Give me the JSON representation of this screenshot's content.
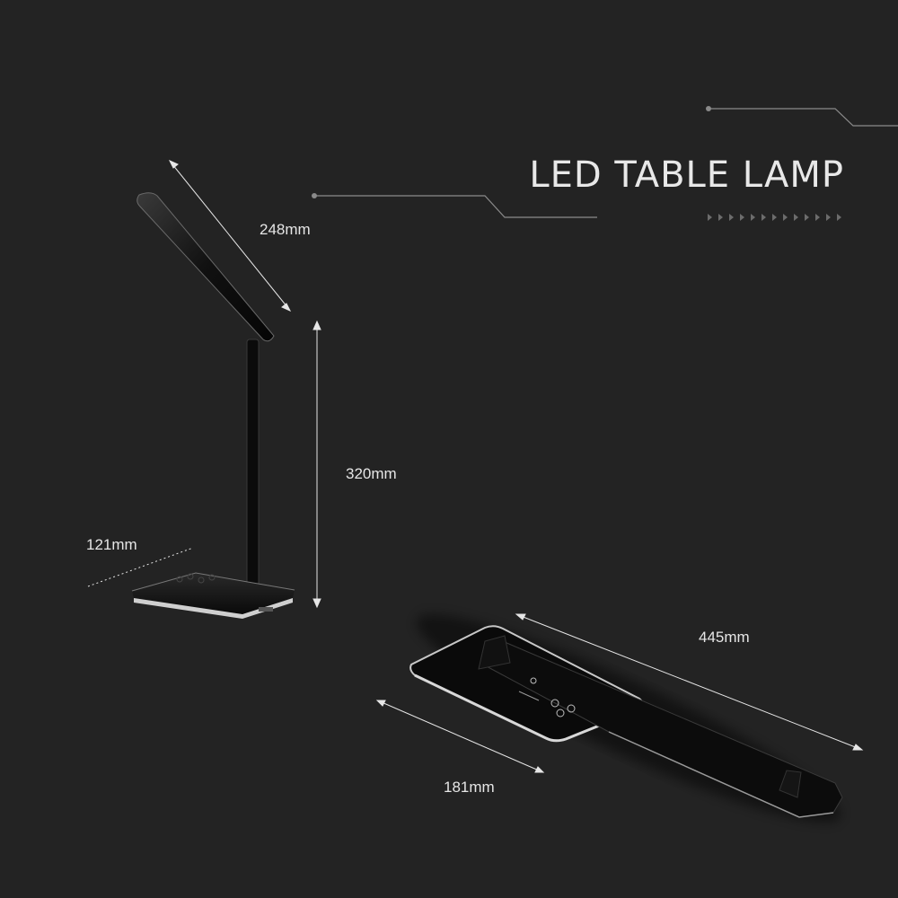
{
  "title": "LED TABLE LAMP",
  "dimensions": {
    "head_length": "248mm",
    "height": "320mm",
    "base_width": "121mm",
    "folded_length": "445mm",
    "base_length": "181mm"
  },
  "colors": {
    "background": "#232323",
    "text": "#e6e6e6",
    "decor_line": "#8a8a8a",
    "lamp_body": "#0d0d0d",
    "lamp_edge": "#bdbdbd",
    "light_glow": "#ffffff"
  }
}
